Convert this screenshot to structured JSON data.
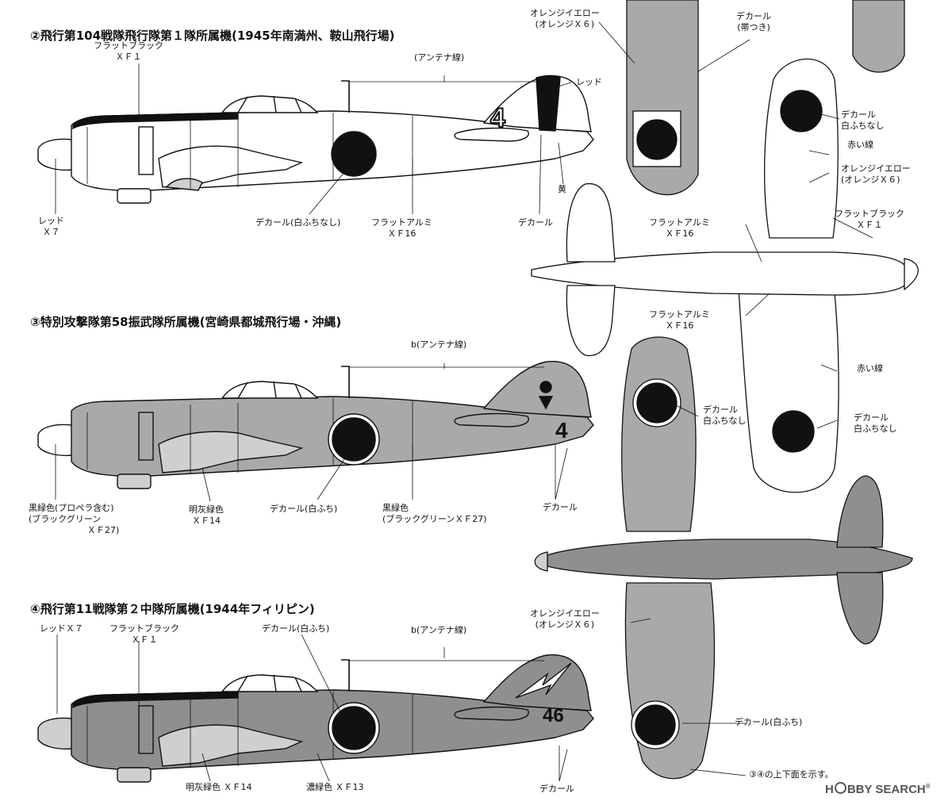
{
  "scheme2": {
    "title": "②飛行第104戦隊飛行隊第１隊所属機(1945年南満州、鞍山飛行場)",
    "labels": {
      "flat_black": [
        "フラットブラック",
        "ＸＦ１"
      ],
      "antenna": "(アンテナ線)",
      "red_tail": "レッド",
      "red_spinner": [
        "レッド",
        "Ｘ７"
      ],
      "decal_plain": "デカール(白ふちなし)",
      "flat_alu": [
        "フラットアルミ",
        "ＸＦ16"
      ],
      "decal": "デカール",
      "yellow": "黄"
    },
    "tail_number": "4"
  },
  "scheme3": {
    "title": "③特別攻撃隊第58振武隊所属機(宮崎県都城飛行場・沖縄)",
    "labels": {
      "antenna": "b(アンテナ線)",
      "black_green": [
        "黒緑色(プロペラ含む)",
        "(ブラックグリーン",
        "ＸＦ27)"
      ],
      "light_grey_green": [
        "明灰緑色",
        "ＸＦ14"
      ],
      "decal_white": "デカール(白ふち)",
      "black_green_2": [
        "黒緑色",
        "(ブラックグリーンＸＦ27)"
      ],
      "decal": "デカール"
    },
    "tail_number": "4"
  },
  "scheme4": {
    "title": "④飛行第11戦隊第２中隊所属機(1944年フィリピン)",
    "labels": {
      "red_x7": "レッドＸ７",
      "flat_black": [
        "フラットブラック",
        "ＸＦ１"
      ],
      "decal_white": "デカール(白ふち)",
      "antenna": "b(アンテナ線)",
      "light_grey_green": "明灰緑色 ＸＦ14",
      "dark_green": "濃緑色 ＸＦ13",
      "decal": "デカール"
    },
    "tail_number": "46"
  },
  "plan_top": {
    "orange_top": [
      "オレンジイエロー",
      "(オレンジＸ６)"
    ],
    "decal_band": [
      "デカール",
      "(帯つき)"
    ],
    "decal_noborder": [
      "デカール",
      "白ふちなし"
    ],
    "red_line": "赤い線",
    "orange_mid": [
      "オレンジイエロー",
      "(オレンジＸ６)"
    ],
    "flat_black": [
      "フラットブラック",
      "ＸＦ１"
    ],
    "flat_alu_1": [
      "フラットアルミ",
      "ＸＦ16"
    ],
    "flat_alu_2": [
      "フラットアルミ",
      "ＸＦ16"
    ],
    "red_line_2": "赤い線",
    "decal_noborder_2": [
      "デカール",
      "白ふちなし"
    ]
  },
  "plan_bottom": {
    "decal_noborder": [
      "デカール",
      "白ふちなし"
    ],
    "orange": [
      "オレンジイエロー",
      "(オレンジＸ６)"
    ],
    "decal_white": "デカール(白ふち)",
    "note": "③④の上下面を示す。"
  },
  "watermark": {
    "brand_a": "H",
    "brand_b": "BBY SEARCH",
    "trademark": "®"
  },
  "colors": {
    "ink": "#111111",
    "grey_dark": "#8f8f8f",
    "grey_mid": "#a9a9a9",
    "grey_light": "#cfcfcf",
    "silver": "#ffffff"
  }
}
